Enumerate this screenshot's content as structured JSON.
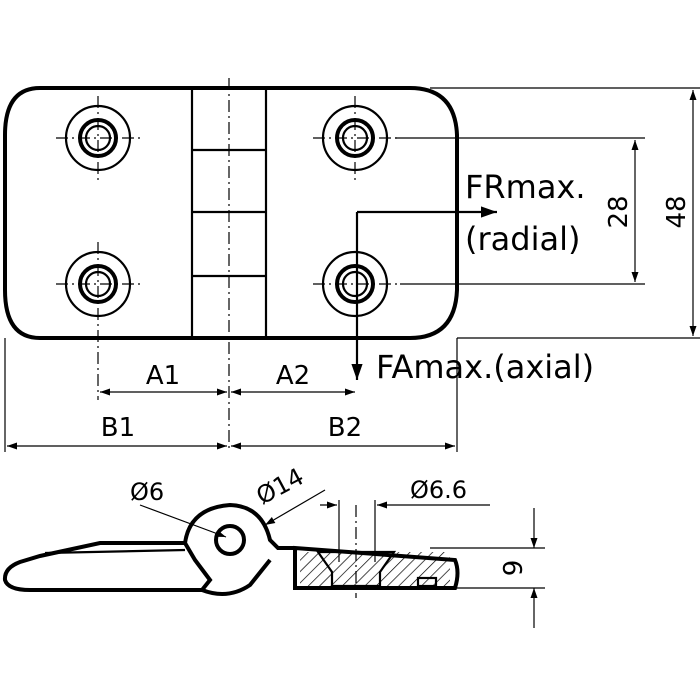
{
  "labels": {
    "fr_max": "FRmax.",
    "radial": "(radial)",
    "fa_max": "FAmax.(axial)",
    "dim_28": "28",
    "dim_48": "48",
    "dim_a1": "A1",
    "dim_a2": "A2",
    "dim_b1": "B1",
    "dim_b2": "B2",
    "dia_6": "Ø6",
    "dia_14": "Ø14",
    "dia_6_6": "Ø6.6",
    "dim_9": "9"
  },
  "colors": {
    "line": "#000000",
    "background": "#ffffff"
  }
}
